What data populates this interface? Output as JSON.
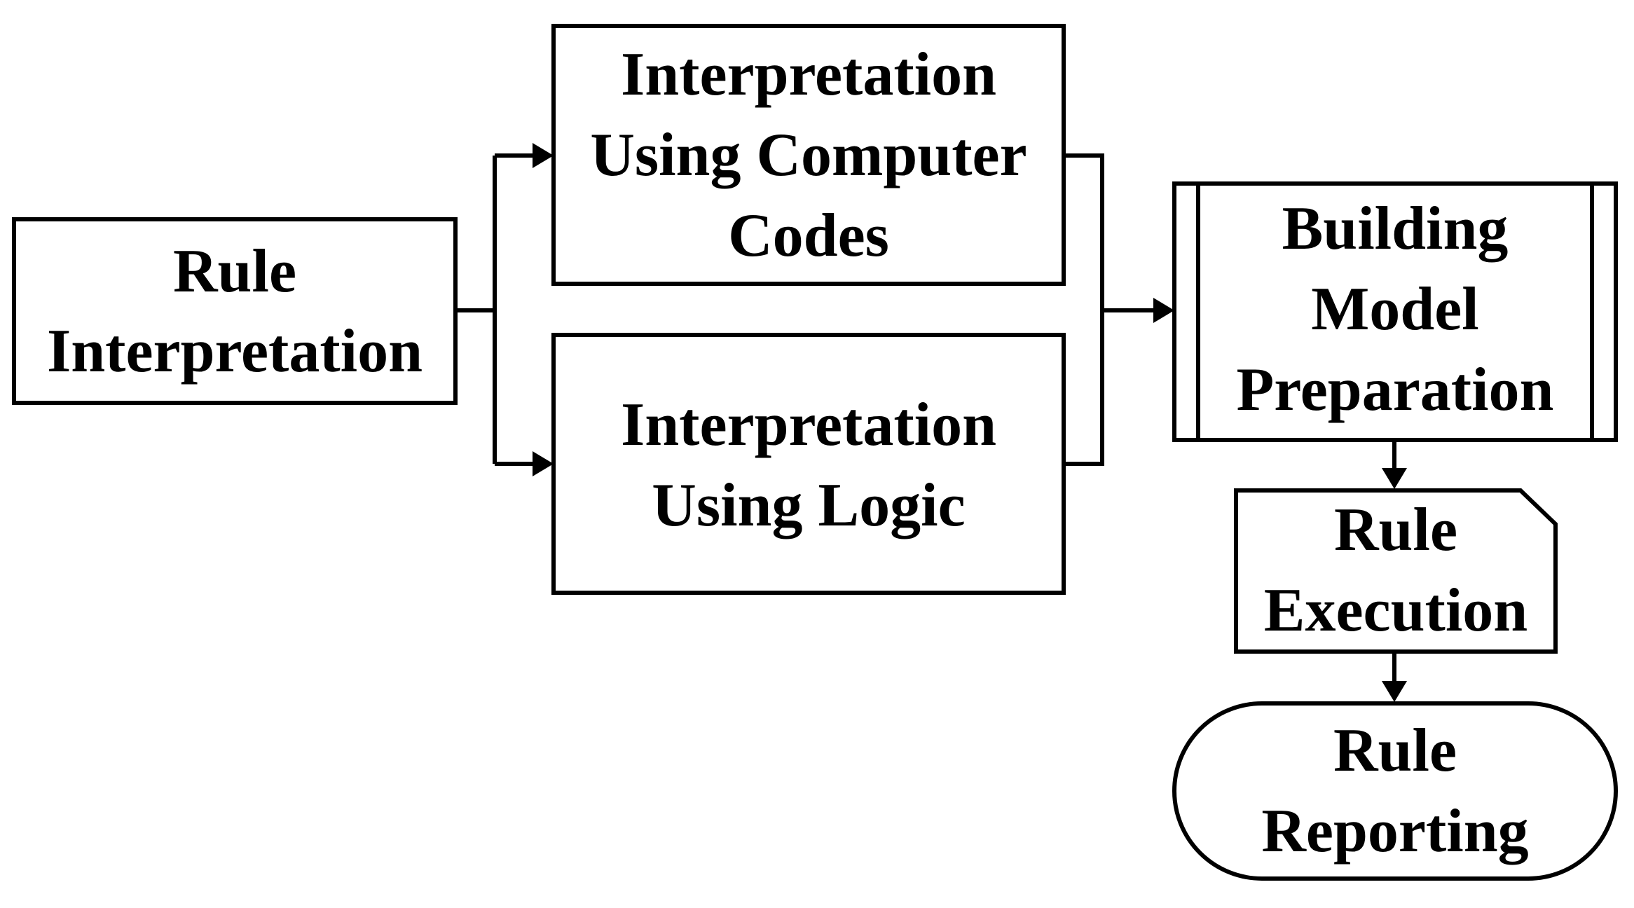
{
  "nodes": {
    "rule_interpretation": {
      "line1": "Rule",
      "line2": "Interpretation"
    },
    "interpretation_computer_codes": {
      "line1": "Interpretation",
      "line2": "Using Computer",
      "line3": "Codes"
    },
    "interpretation_logic": {
      "line1": "Interpretation",
      "line2": "Using Logic"
    },
    "building_model_preparation": {
      "line1": "Building",
      "line2": "Model",
      "line3": "Preparation"
    },
    "rule_execution": {
      "line1": "Rule",
      "line2": "Execution"
    },
    "rule_reporting": {
      "line1": "Rule",
      "line2": "Reporting"
    }
  },
  "colors": {
    "stroke": "#000000",
    "fill": "#ffffff",
    "text": "#000000"
  }
}
